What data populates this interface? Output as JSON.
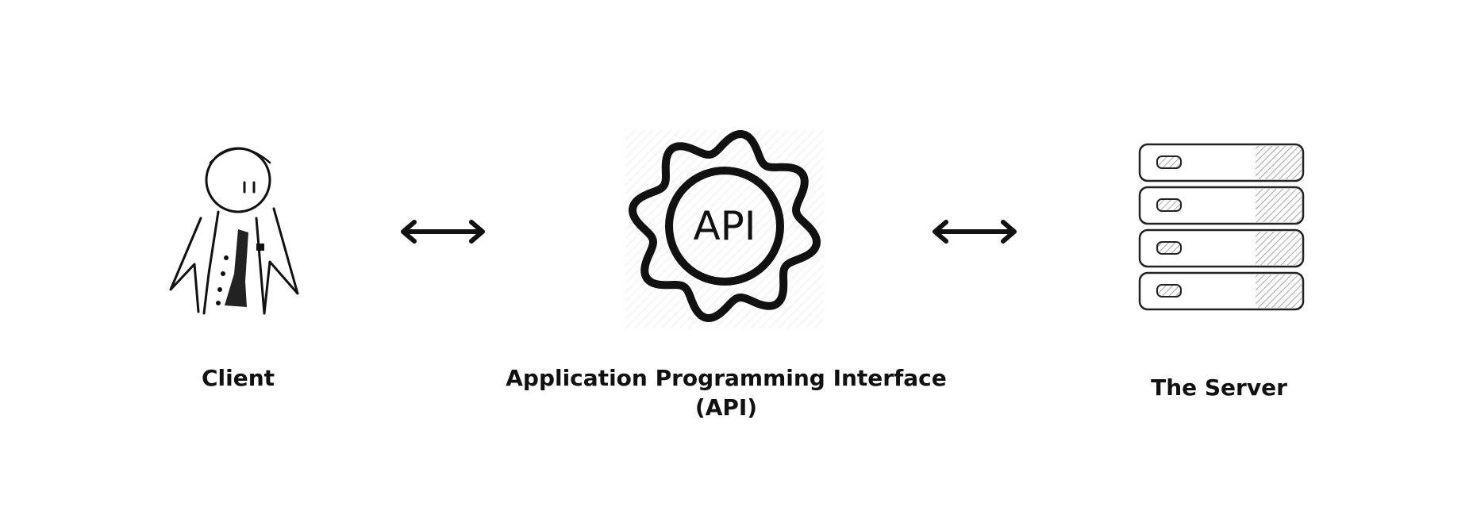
{
  "diagram": {
    "nodes": [
      {
        "id": "client",
        "label": "Client",
        "icon": "person-sketch-icon"
      },
      {
        "id": "api",
        "label_line1": "Application Programming Interface",
        "label_line2": "(API)",
        "icon_text": "API",
        "icon": "api-gear-icon"
      },
      {
        "id": "server",
        "label": "The Server",
        "icon": "server-stack-icon"
      }
    ],
    "edges": [
      {
        "from": "client",
        "to": "api",
        "style": "bidirectional-arrow"
      },
      {
        "from": "api",
        "to": "server",
        "style": "bidirectional-arrow"
      }
    ]
  },
  "colors": {
    "ink": "#111111",
    "background": "#ffffff"
  }
}
